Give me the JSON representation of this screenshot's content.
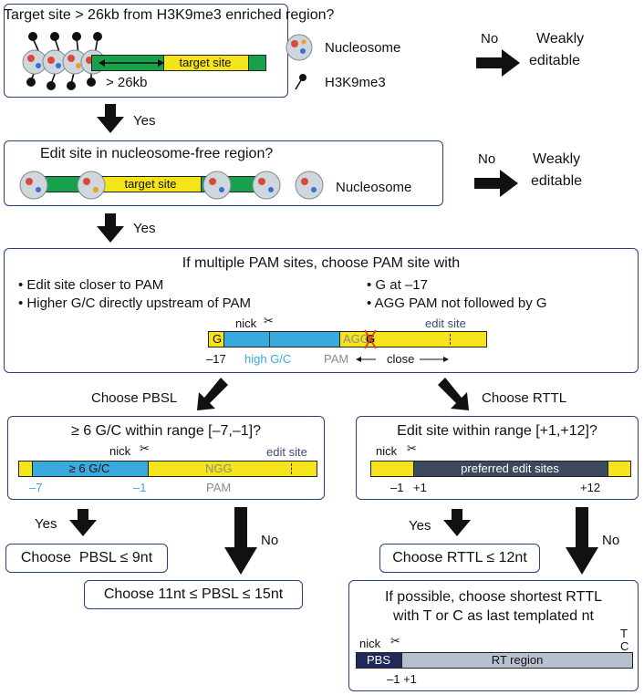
{
  "step1": {
    "question": "Target site > 26kb from H3K9me3 enriched region?",
    "target_label": "target site",
    "distance_label": "> 26kb",
    "legend_nucleosome": "Nucleosome",
    "legend_h3k9me3": "H3K9me3",
    "no_label": "No",
    "outcome": [
      "Weakly",
      "editable"
    ]
  },
  "yes1": "Yes",
  "step2": {
    "question": "Edit site in nucleosome-free region?",
    "target_label": "target site",
    "legend_nucleosome": "Nucleosome",
    "no_label": "No",
    "outcome": [
      "Weakly",
      "editable"
    ]
  },
  "yes2": "Yes",
  "step3": {
    "title": "If multiple PAM sites, choose PAM site with",
    "criteria_left": [
      "Edit site closer to PAM",
      "Higher G/C directly upstream of PAM"
    ],
    "criteria_right": [
      "G at –17",
      "AGG PAM not followed by G"
    ],
    "nick": "nick",
    "g": "G",
    "pam_seq": "AGG",
    "crossed_g": "G",
    "edit_site": "edit site",
    "pos_label": "–17",
    "high_gc": "high G/C",
    "pam": "PAM",
    "close": "close"
  },
  "branch_pbsl": "Choose PBSL",
  "branch_rttl": "Choose RTTL",
  "pbsl_box": {
    "question": "≥ 6 G/C within range [–7,–1]?",
    "nick": "nick",
    "gc_label": "≥ 6 G/C",
    "ngg": "NGG",
    "edit_site": "edit site",
    "pos_start": "–7",
    "pos_end": "–1",
    "pam": "PAM"
  },
  "rttl_box": {
    "question": "Edit site within range [+1,+12]?",
    "nick": "nick",
    "preferred": "preferred edit sites",
    "pos_a": "–1",
    "pos_b": "+1",
    "pos_c": "+12"
  },
  "pbsl_yes": "Yes",
  "pbsl_no": "No",
  "pbsl_choice_yes": "Choose  PBSL ≤ 9nt",
  "pbsl_choice_no": "Choose 11nt ≤ PBSL ≤ 15nt",
  "rttl_yes": "Yes",
  "rttl_no": "No",
  "rttl_choice_yes": "Choose RTTL ≤ 12nt",
  "final_box": {
    "line1": "If possible, choose shortest RTTL",
    "line2": "with T or C as last templated nt",
    "nick": "nick",
    "t": "T",
    "c": "C",
    "pbs": "PBS",
    "rt_region": "RT region",
    "pos": "–1 +1"
  },
  "colors": {
    "box_border": "#2b3f7a",
    "yellow": "#f5e41a",
    "green": "#17a14b",
    "blue": "#3aa9dc",
    "navy": "#3d4a5e",
    "gray": "#8a8a8a",
    "pbs_navy": "#1f2a5a",
    "rt_gray": "#b7c0cf"
  }
}
